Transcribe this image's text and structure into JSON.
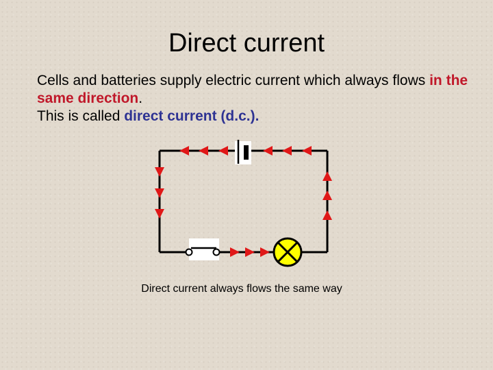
{
  "slide": {
    "title": "Direct current",
    "line1_a": "Cells and batteries supply electric current which always flows ",
    "line1_highlight": "in the same direction",
    "line1_end": ".",
    "line2_a": "This is called ",
    "line2_highlight": "direct current (d.c.).",
    "caption": "Direct current always flows the same way"
  },
  "colors": {
    "title": "#000000",
    "highlight_red": "#c0182a",
    "highlight_blue": "#2e3393",
    "wire": "#000000",
    "arrow": "#e01818",
    "bulb_fill": "#ffff00",
    "background": "#e2dace"
  },
  "icons": {
    "battery": "cell-symbol-icon",
    "bulb": "lamp-symbol-icon",
    "switch": "switch-symbol-icon",
    "arrows": "current-arrow-icon"
  }
}
